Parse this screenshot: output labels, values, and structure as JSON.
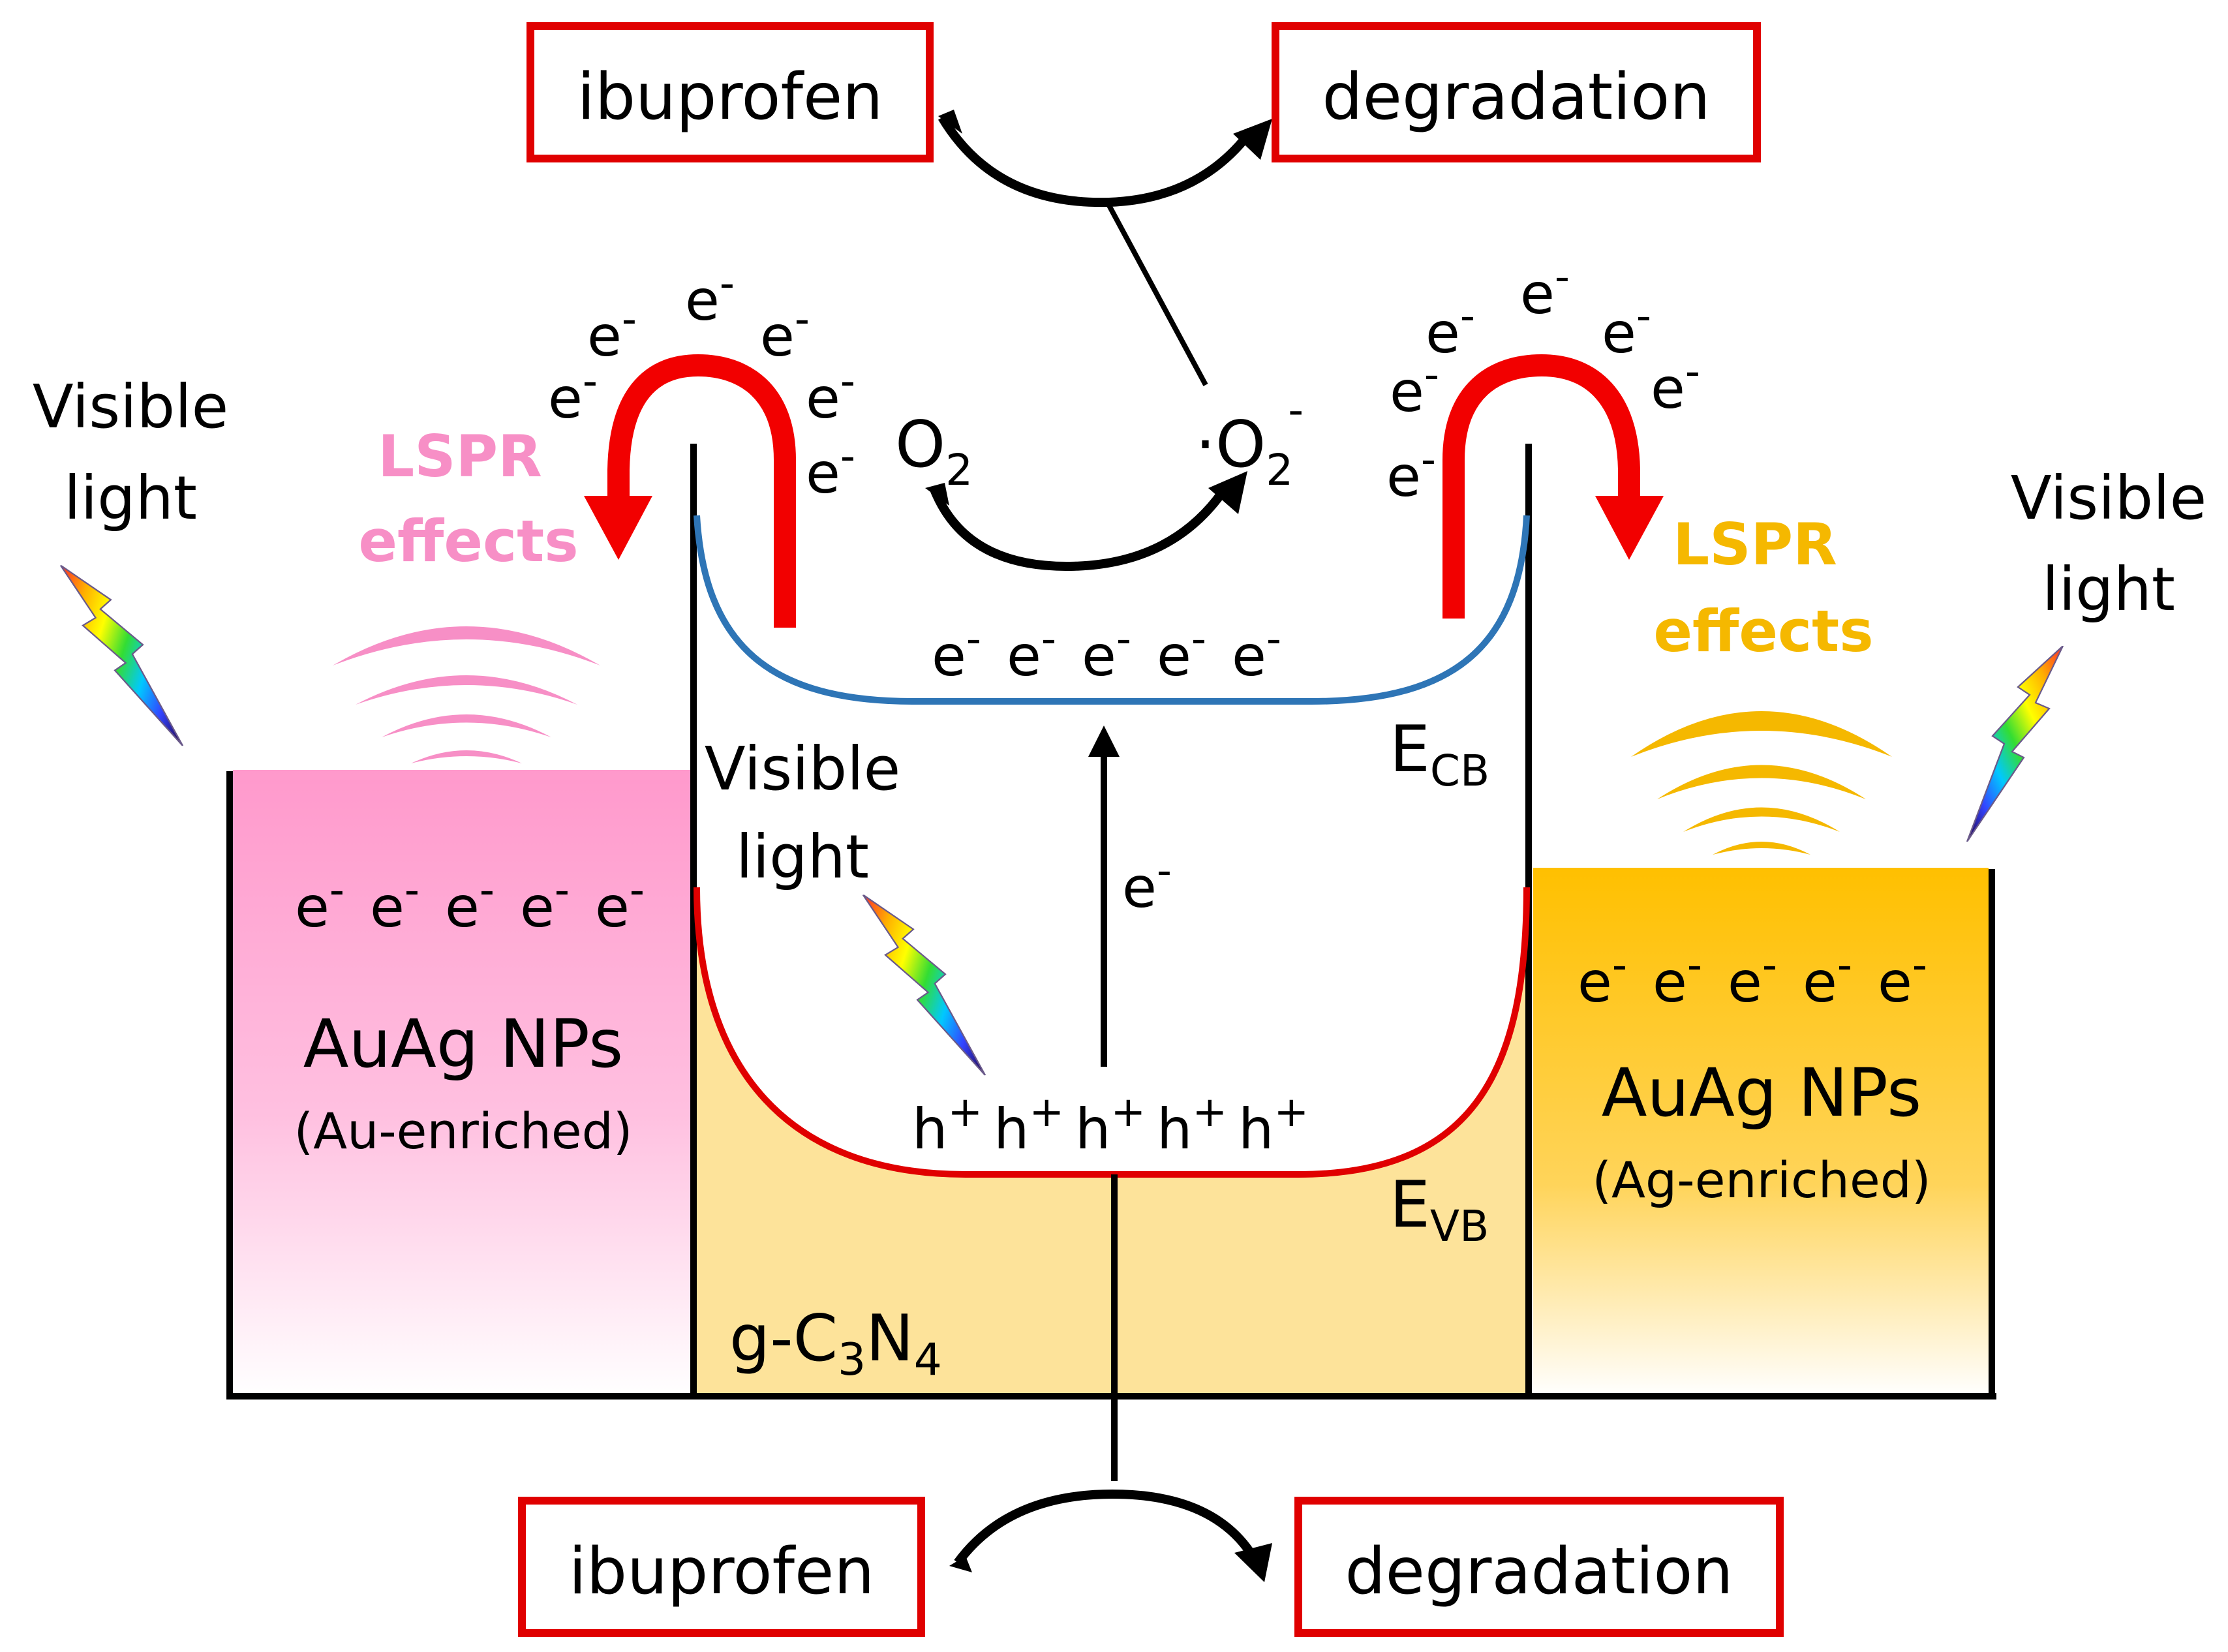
{
  "labels": {
    "ibuprofen_top": "ibuprofen",
    "degradation_top": "degradation",
    "ibuprofen_bottom": "ibuprofen",
    "degradation_bottom": "degradation",
    "visible_light_left_1": "Visible",
    "visible_light_left_2": "light",
    "visible_light_center_1": "Visible",
    "visible_light_center_2": "light",
    "visible_light_right_1": "Visible",
    "visible_light_right_2": "light",
    "lspr_left_1": "LSPR",
    "lspr_left_2": "effects",
    "lspr_right_1": "LSPR",
    "lspr_right_2": "effects",
    "o2": "O",
    "o2_sub": "2",
    "superoxide": "·O",
    "superoxide_sub": "2",
    "superoxide_sup": "-",
    "ecb_main": "E",
    "ecb_sub": "CB",
    "evb_main": "E",
    "evb_sub": "VB",
    "gcn_prefix": "g-C",
    "gcn_sub1": "3",
    "gcn_mid": "N",
    "gcn_sub2": "4",
    "auag_left_title": "AuAg NPs",
    "auag_left_sub": "(Au-enriched)",
    "auag_right_title": "AuAg NPs",
    "auag_right_sub": "(Ag-enriched)",
    "electron": "e",
    "electron_sup": "-",
    "hole": "h",
    "hole_sup": "+"
  },
  "colors": {
    "red_arrow": "#f20000",
    "box_border": "#e00000",
    "cb_curve": "#2e75b6",
    "vb_curve": "#e00000",
    "gcn_fill": "#fde39a",
    "au_fill": "#ff99cc",
    "ag_fill": "#ffc000",
    "lspr_left": "#f78fc6",
    "lspr_right": "#f5b800",
    "line": "#000000"
  },
  "icons": [
    "lightning-bolt-icon",
    "lspr-wave-icon"
  ]
}
